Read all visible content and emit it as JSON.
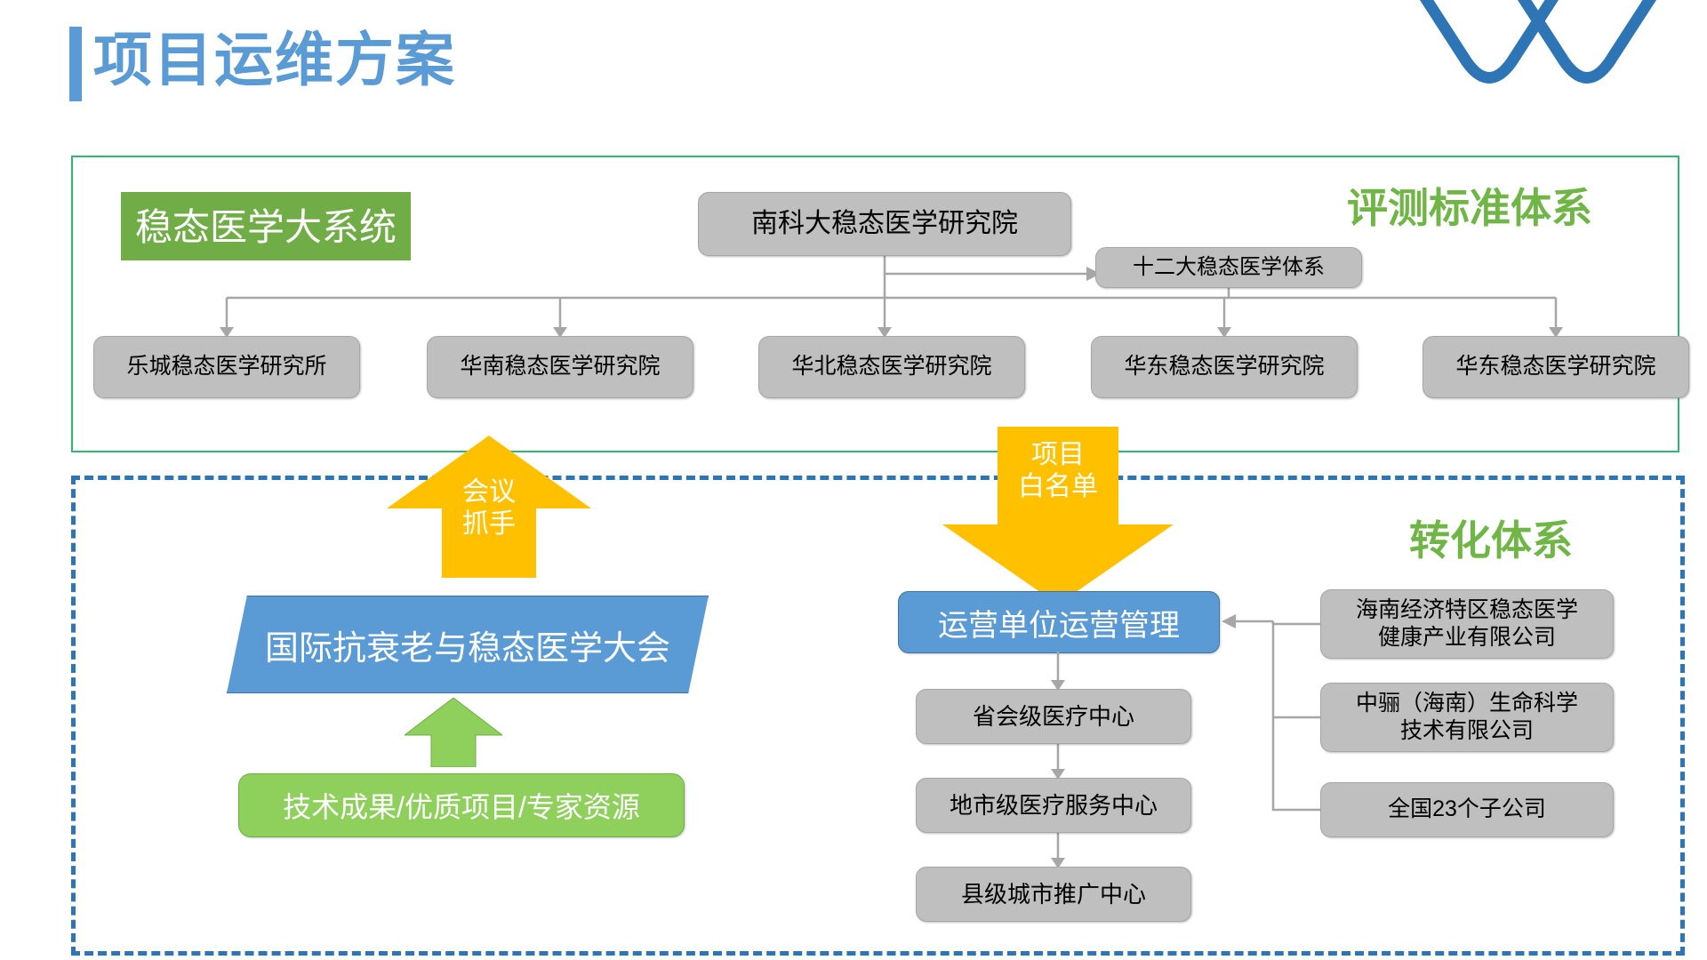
{
  "header": {
    "title": "项目运维方案",
    "accent_color": "#5B9BD5",
    "logo_icon": "crossed-chevrons-logo"
  },
  "top_section": {
    "label": "评测标准体系",
    "badge": "稳态医学大系统",
    "border_color": "#2EB872",
    "badge_color": "#70AD47",
    "label_color": "#6FB646",
    "root_node": "南科大稳态医学研究院",
    "side_node": "十二大稳态医学体系",
    "institutes": [
      "乐城稳态医学研究所",
      "华南稳态医学研究院",
      "华北稳态医学研究院",
      "华东稳态医学研究院",
      "华东稳态医学研究院"
    ]
  },
  "bottom_section": {
    "label": "转化体系",
    "border_color": "#2E75B6",
    "label_color": "#6FB646",
    "arrow_up": {
      "line1": "会议",
      "line2": "抓手",
      "color": "#FFC000"
    },
    "arrow_down": {
      "line1": "项目",
      "line2": "白名单",
      "color": "#FFC000"
    },
    "conference_box": "国际抗衰老与稳态医学大会",
    "resource_box": "技术成果/优质项目/专家资源",
    "operation_box": "运营单位运营管理",
    "centers": [
      "省会级医疗中心",
      "地市级医疗服务中心",
      "县级城市推广中心"
    ],
    "companies": [
      "海南经济特区稳态医学\n健康产业有限公司",
      "中骊（海南）生命科学\n技术有限公司",
      "全国23个子公司"
    ]
  }
}
